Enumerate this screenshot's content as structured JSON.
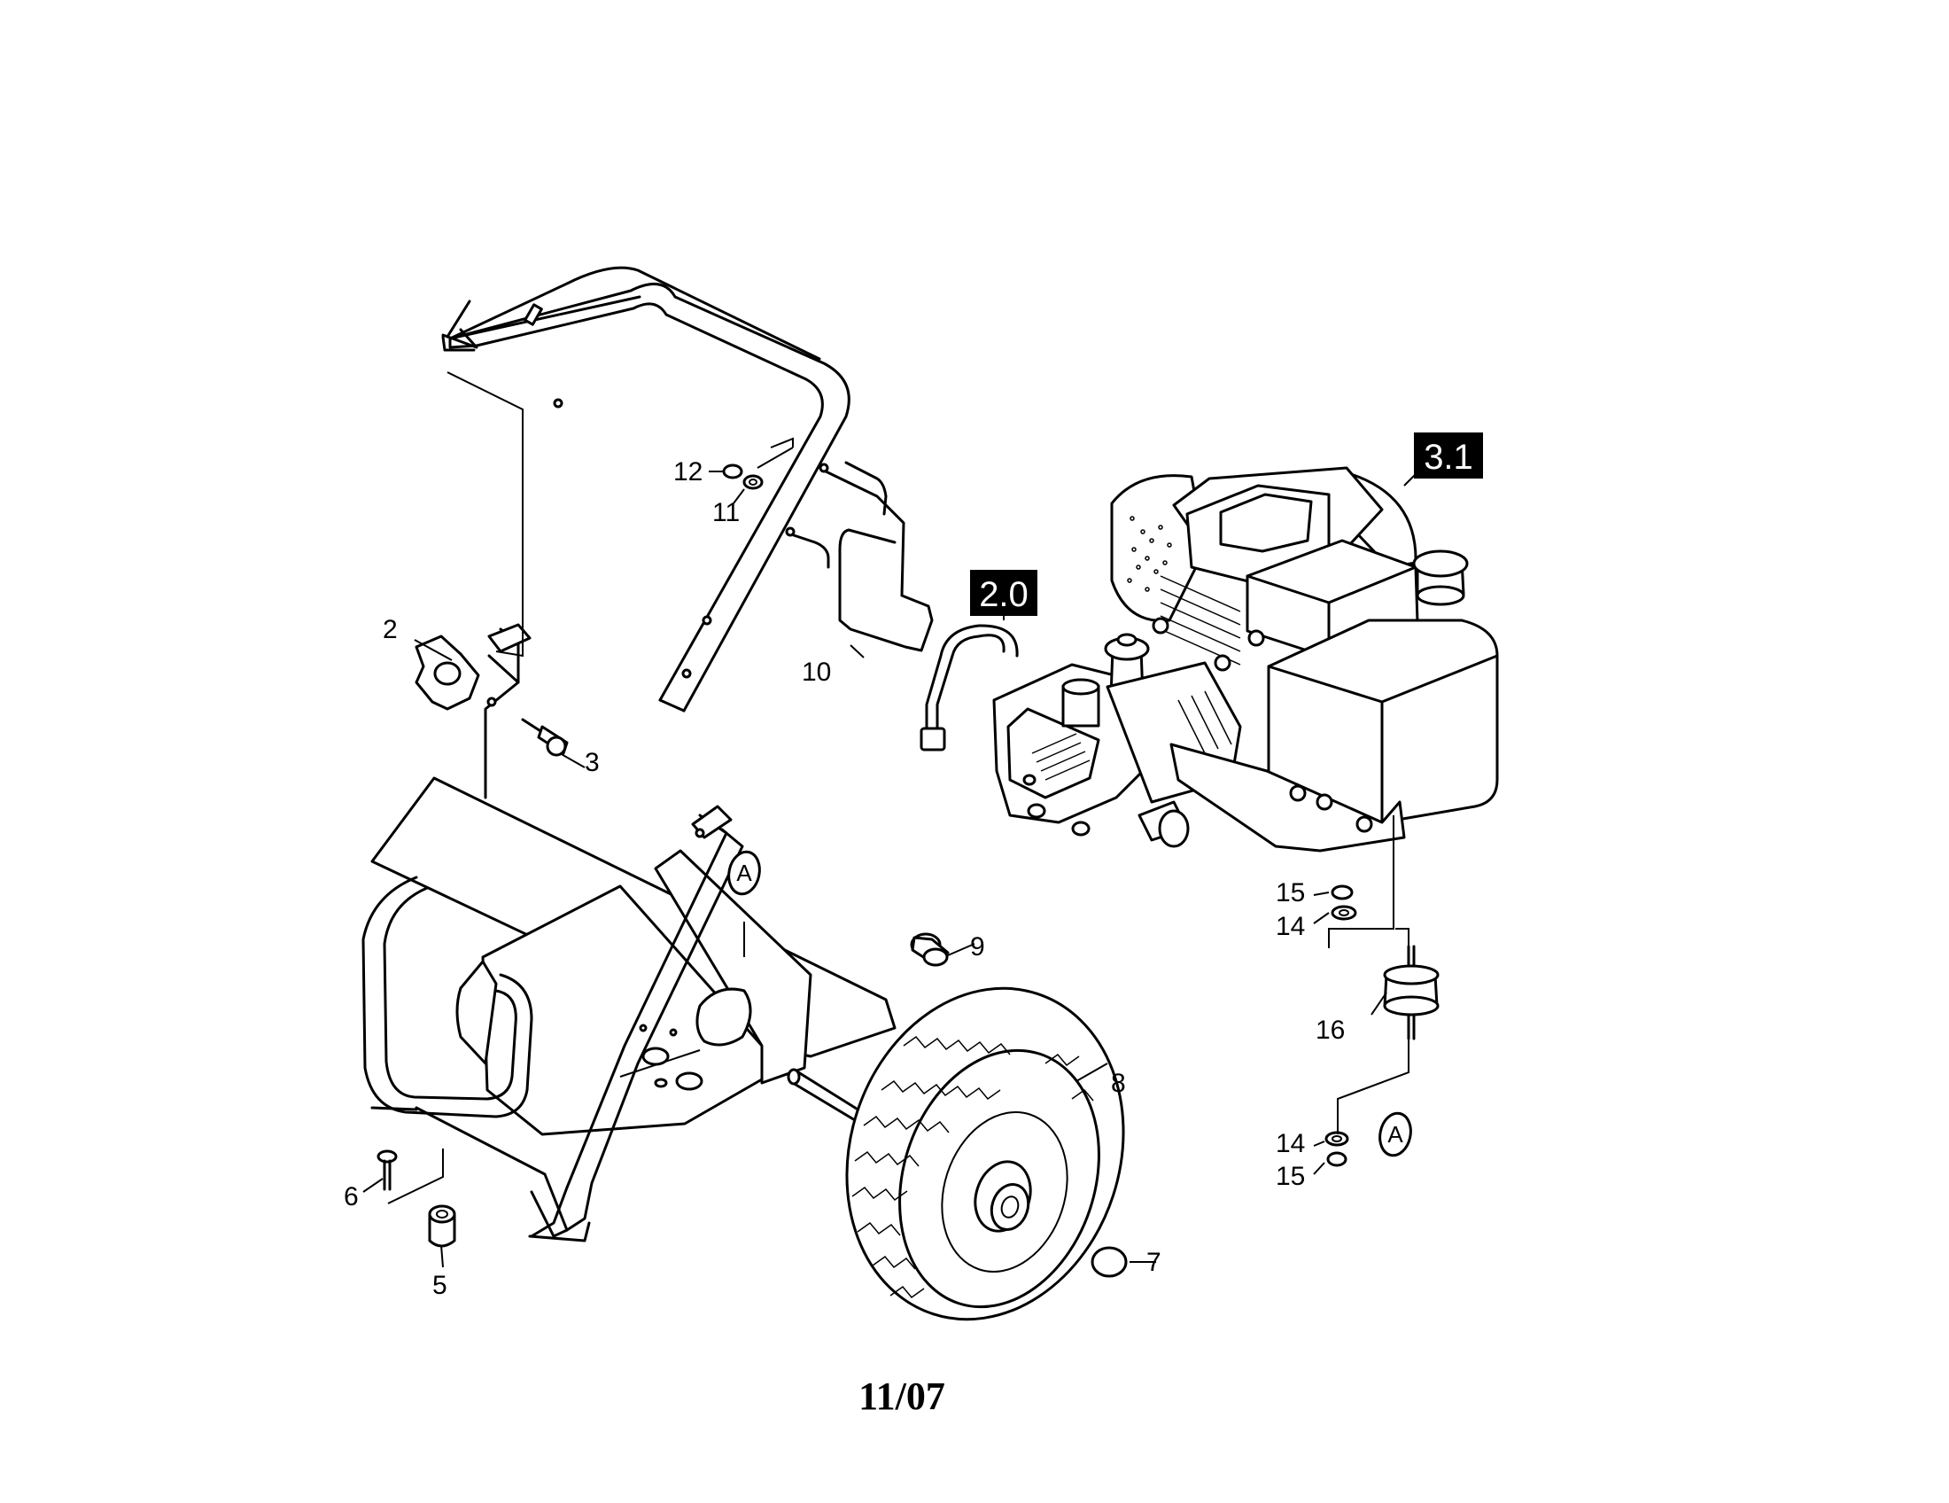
{
  "callouts": {
    "c2": "2",
    "c3": "3",
    "c5": "5",
    "c6": "6",
    "c7": "7",
    "c8": "8",
    "c9": "9",
    "c10": "10",
    "c11": "11",
    "c12": "12",
    "c14a": "14",
    "c14b": "14",
    "c15a": "15",
    "c15b": "15",
    "c16": "16"
  },
  "assembly_refs": {
    "pump": "2.0",
    "engine": "3.1"
  },
  "connection_marker": {
    "frame": "A",
    "mount": "A"
  },
  "date_code": "11/07"
}
